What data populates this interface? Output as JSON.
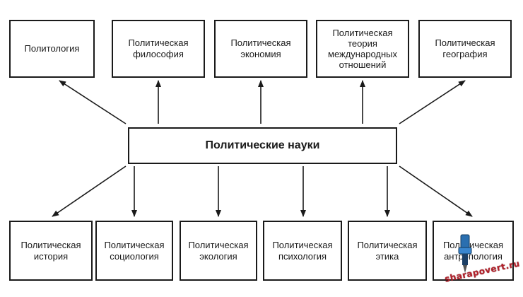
{
  "diagram": {
    "center": "Политические науки",
    "top_row": [
      "Политология",
      "Политическая\nфилософия",
      "Политическая\nэкономия",
      "Политическая\nтеория\nмеждународных\nотношений",
      "Политическая\nгеография"
    ],
    "bottom_row": [
      "Политическая\nистория",
      "Политическая\nсоциология",
      "Политическая\nэкология",
      "Политическая\nпсихология",
      "Политическая\nэтика",
      "Политическая\nантропология"
    ]
  },
  "watermark": {
    "text": "sharapovert.ru",
    "color": "#b3202a",
    "icon": "drill-icon"
  }
}
